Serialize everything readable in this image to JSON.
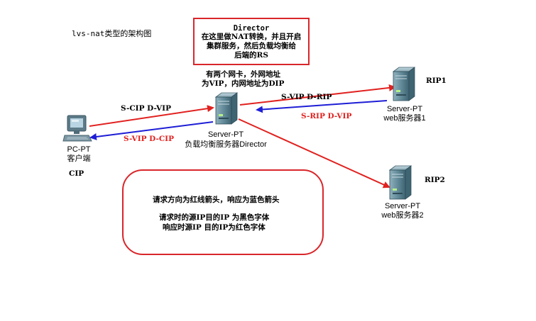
{
  "title": "lvs-nat类型的架构图",
  "director_box": {
    "heading": "Director",
    "line1": "在这里做NAT转换，并且开启",
    "line2": "集群服务，然后负载均衡给",
    "line3": "后端的RS"
  },
  "director_note": {
    "line1": "有两个网卡，外网地址",
    "line2": "为VIP，内网地址为DIP"
  },
  "pc": {
    "type": "PC-PT",
    "label": "客户端",
    "ip_label": "CIP"
  },
  "director": {
    "type": "Server-PT",
    "label": "负载均衡服务器Director"
  },
  "web1": {
    "type": "Server-PT",
    "label": "web服务器1",
    "ip_label": "RIP1"
  },
  "web2": {
    "type": "Server-PT",
    "label": "web服务器2",
    "ip_label": "RIP2"
  },
  "links": {
    "client_request": "S-CIP  D-VIP",
    "client_response": "S-VIP  D-CIP",
    "web1_request": "S-VIP  D-RIP",
    "web1_response": "S-RIP  D-VIP"
  },
  "legend": {
    "line1": "请求方向为红线箭头，响应为蓝色箭头",
    "line2": "请求时的源IP目的IP  为黑色字体",
    "line3": "响应时源IP  目的IP为红色字体"
  },
  "colors": {
    "request_arrow": "#e1211f",
    "response_arrow": "#1e1ed6",
    "box_border": "#d9262a",
    "response_text": "#e1211f"
  },
  "icons": [
    "pc-icon",
    "server-icon"
  ]
}
